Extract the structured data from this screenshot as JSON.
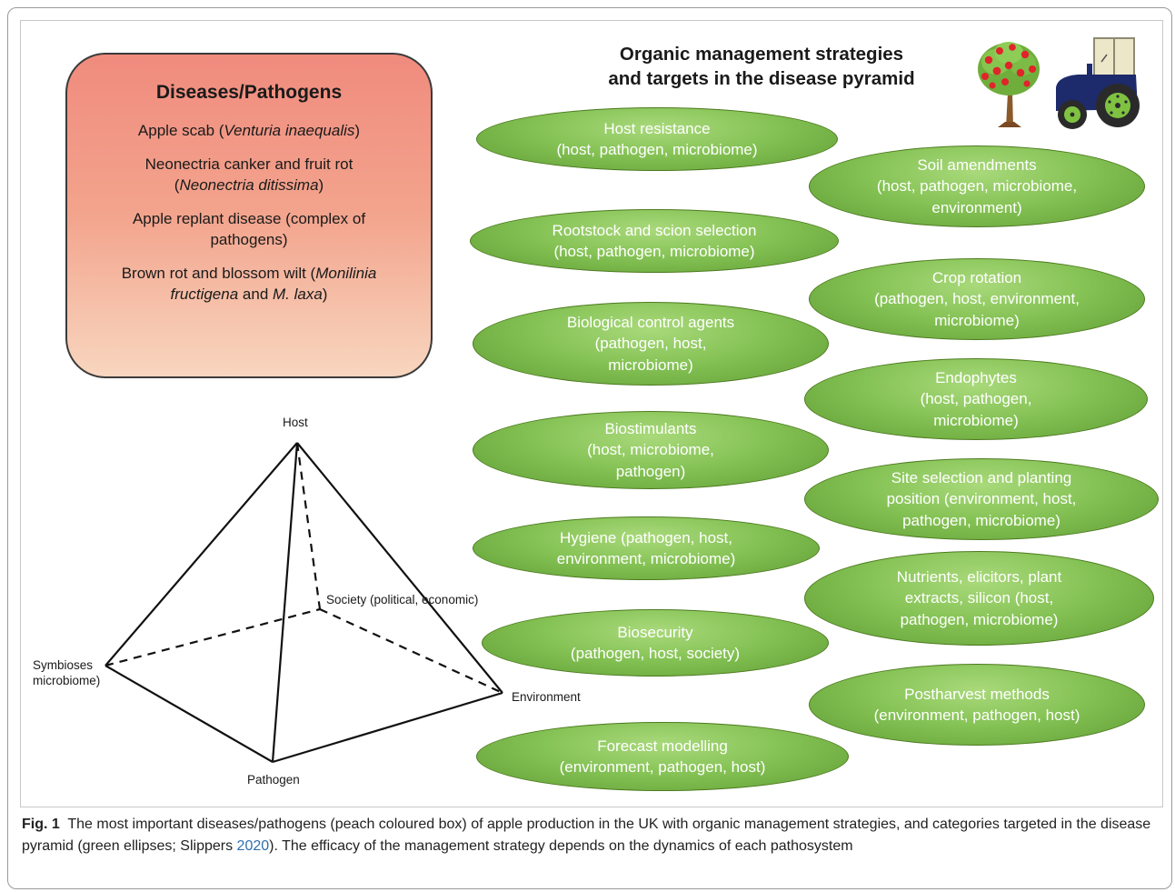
{
  "disease_box": {
    "title": "Diseases/Pathogens",
    "items": [
      {
        "pre": "Apple scab (",
        "italic": "Venturia inaequalis",
        "post": ")"
      },
      {
        "pre": "Neonectria canker and fruit rot (",
        "italic": "Neonectria ditissima",
        "post": ")"
      },
      {
        "pre": "Apple replant disease (complex of pathogens)",
        "italic": "",
        "post": ""
      },
      {
        "pre": "Brown rot and blossom wilt (",
        "italic": "Monilinia fructigena",
        "mid": " and ",
        "italic2": "M. laxa",
        "post": ")"
      }
    ]
  },
  "strategies_title": {
    "line1": "Organic management strategies",
    "line2": "and targets in the disease pyramid"
  },
  "icons": {
    "tree": "apple-tree-icon",
    "tractor": "tractor-icon"
  },
  "strategies_left": [
    {
      "name": "Host resistance",
      "targets": "(host, pathogen, microbiome)"
    },
    {
      "name": "Rootstock and scion selection",
      "targets": "(host, pathogen, microbiome)"
    },
    {
      "name": "Biological control agents",
      "targets": "(pathogen, host, microbiome)"
    },
    {
      "name": "Biostimulants",
      "targets": "(host, microbiome, pathogen)"
    },
    {
      "name": "Hygiene (pathogen, host,",
      "targets": "environment, microbiome)"
    },
    {
      "name": "Biosecurity",
      "targets": "(pathogen, host, society)"
    },
    {
      "name": "Forecast modelling",
      "targets": "(environment, pathogen, host)"
    }
  ],
  "strategies_right": [
    {
      "name": "Soil amendments",
      "targets": "(host, pathogen, microbiome, environment)"
    },
    {
      "name": "Crop rotation",
      "targets": "(pathogen, host, environment, microbiome)"
    },
    {
      "name": "Endophytes",
      "targets": "(host, pathogen, microbiome)"
    },
    {
      "name": "Site selection and planting",
      "targets": "position (environment, host, pathogen, microbiome)"
    },
    {
      "name": "Nutrients, elicitors, plant",
      "targets": "extracts, silicon (host, pathogen, microbiome)"
    },
    {
      "name": "Postharvest methods",
      "targets": "(environment, pathogen, host)"
    }
  ],
  "pyramid": {
    "host": "Host",
    "society": "Society (political, economic)",
    "symbioses_line1": "Symbioses",
    "symbioses_line2": "microbiome)",
    "environment": "Environment",
    "pathogen": "Pathogen"
  },
  "caption": {
    "label": "Fig. 1",
    "text1": "  The most important diseases/pathogens (peach coloured box) of apple production in the UK with organic management strategies, and categories targeted in the disease pyramid (green ellipses; Slippers ",
    "link": "2020",
    "text2": "). The efficacy of the management strategy depends on the dynamics of each pathosystem"
  },
  "colors": {
    "disease_top": "#f08b7e",
    "disease_bottom": "#f8d6bf",
    "ellipse_green": "#86c356",
    "link_blue": "#2f6fae"
  }
}
